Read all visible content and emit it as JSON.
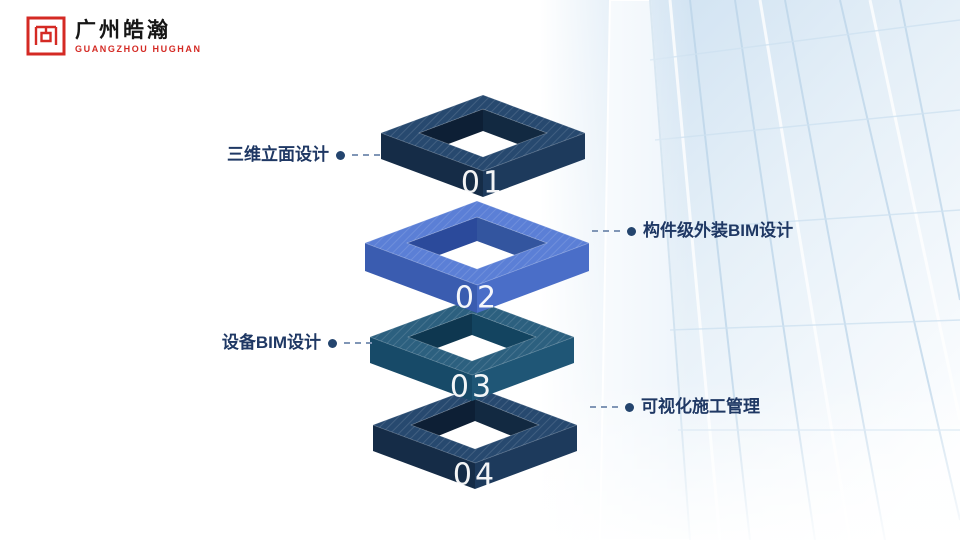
{
  "slide": {
    "logo": {
      "name_cn": "广州皓瀚",
      "name_en": "GUANGZHOU HUGHAN"
    },
    "steps": [
      {
        "number": "01",
        "label": "三维立面设计",
        "side": "left",
        "color": "#27496f"
      },
      {
        "number": "02",
        "label": "构件级外装BIM设计",
        "side": "right",
        "color": "#5b7fd6"
      },
      {
        "number": "03",
        "label": "设备BIM设计",
        "side": "left",
        "color": "#2c607f"
      },
      {
        "number": "04",
        "label": "可视化施工管理",
        "side": "right",
        "color": "#27496f"
      }
    ],
    "colors": {
      "label_text": "#1f3864",
      "connector_dot": "#24456e",
      "connector_dash": "#8096b6",
      "logo_red": "#d42a24",
      "background_building_tint": "#cfe2f2"
    }
  }
}
